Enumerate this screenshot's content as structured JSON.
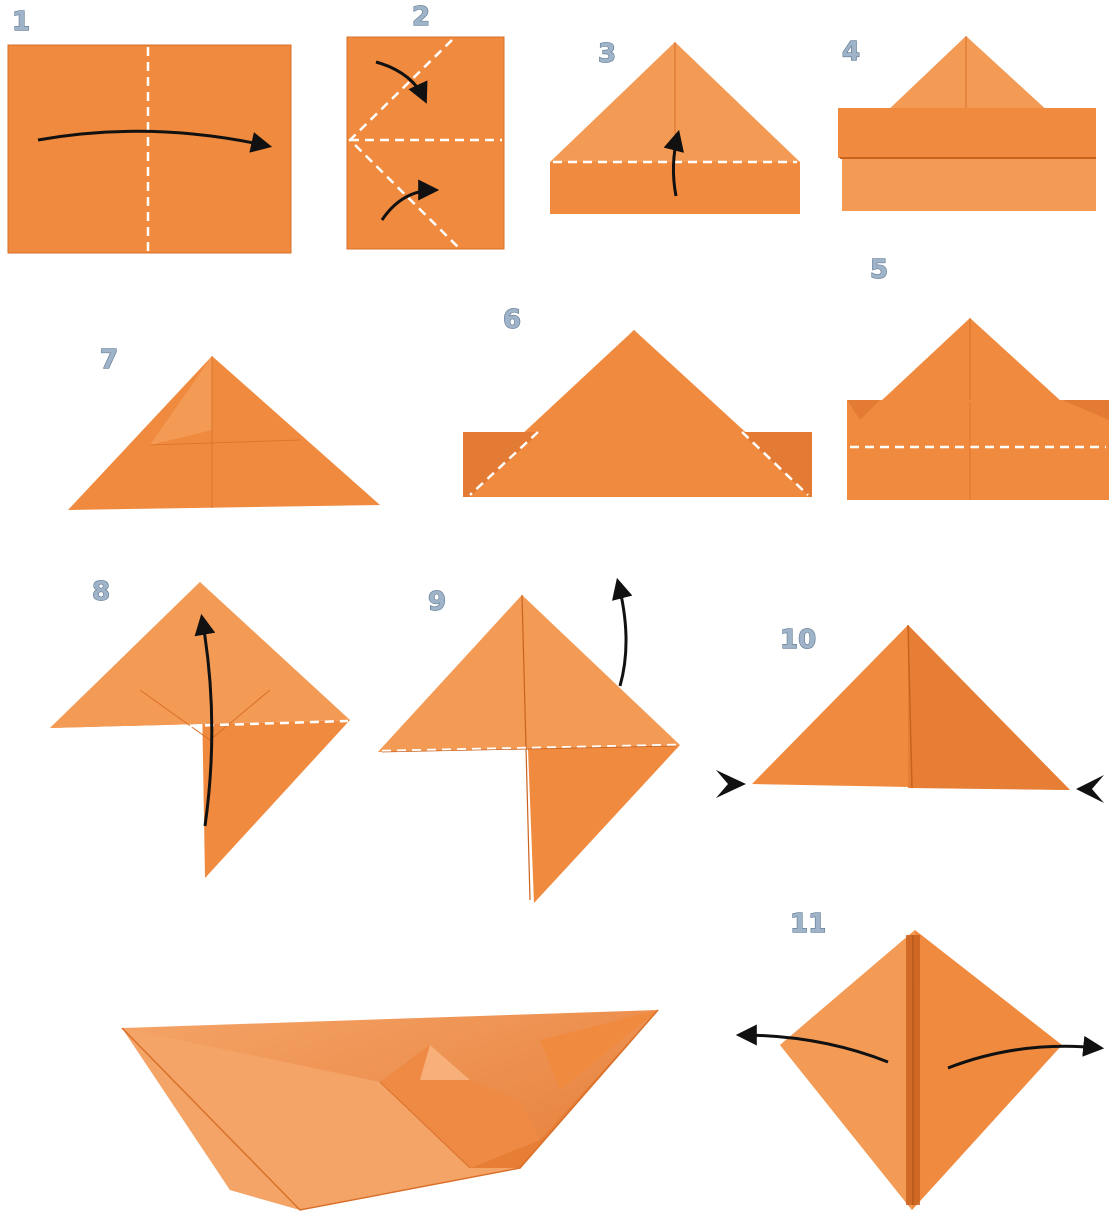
{
  "colors": {
    "paper": "#f08a3e",
    "paper_light": "#f39a55",
    "paper_dark": "#d9702a",
    "paper_edge": "#c9621f",
    "fold_line": "#ffffff",
    "arrow": "#111111",
    "number": "#9fb4c8"
  },
  "steps": [
    {
      "label": "1"
    },
    {
      "label": "2"
    },
    {
      "label": "3"
    },
    {
      "label": "4"
    },
    {
      "label": "5"
    },
    {
      "label": "6"
    },
    {
      "label": "7"
    },
    {
      "label": "8"
    },
    {
      "label": "9"
    },
    {
      "label": "10"
    },
    {
      "label": "11"
    }
  ],
  "icons": [
    "curved-arrow-icon",
    "fold-line-icon",
    "push-marker-icon"
  ]
}
